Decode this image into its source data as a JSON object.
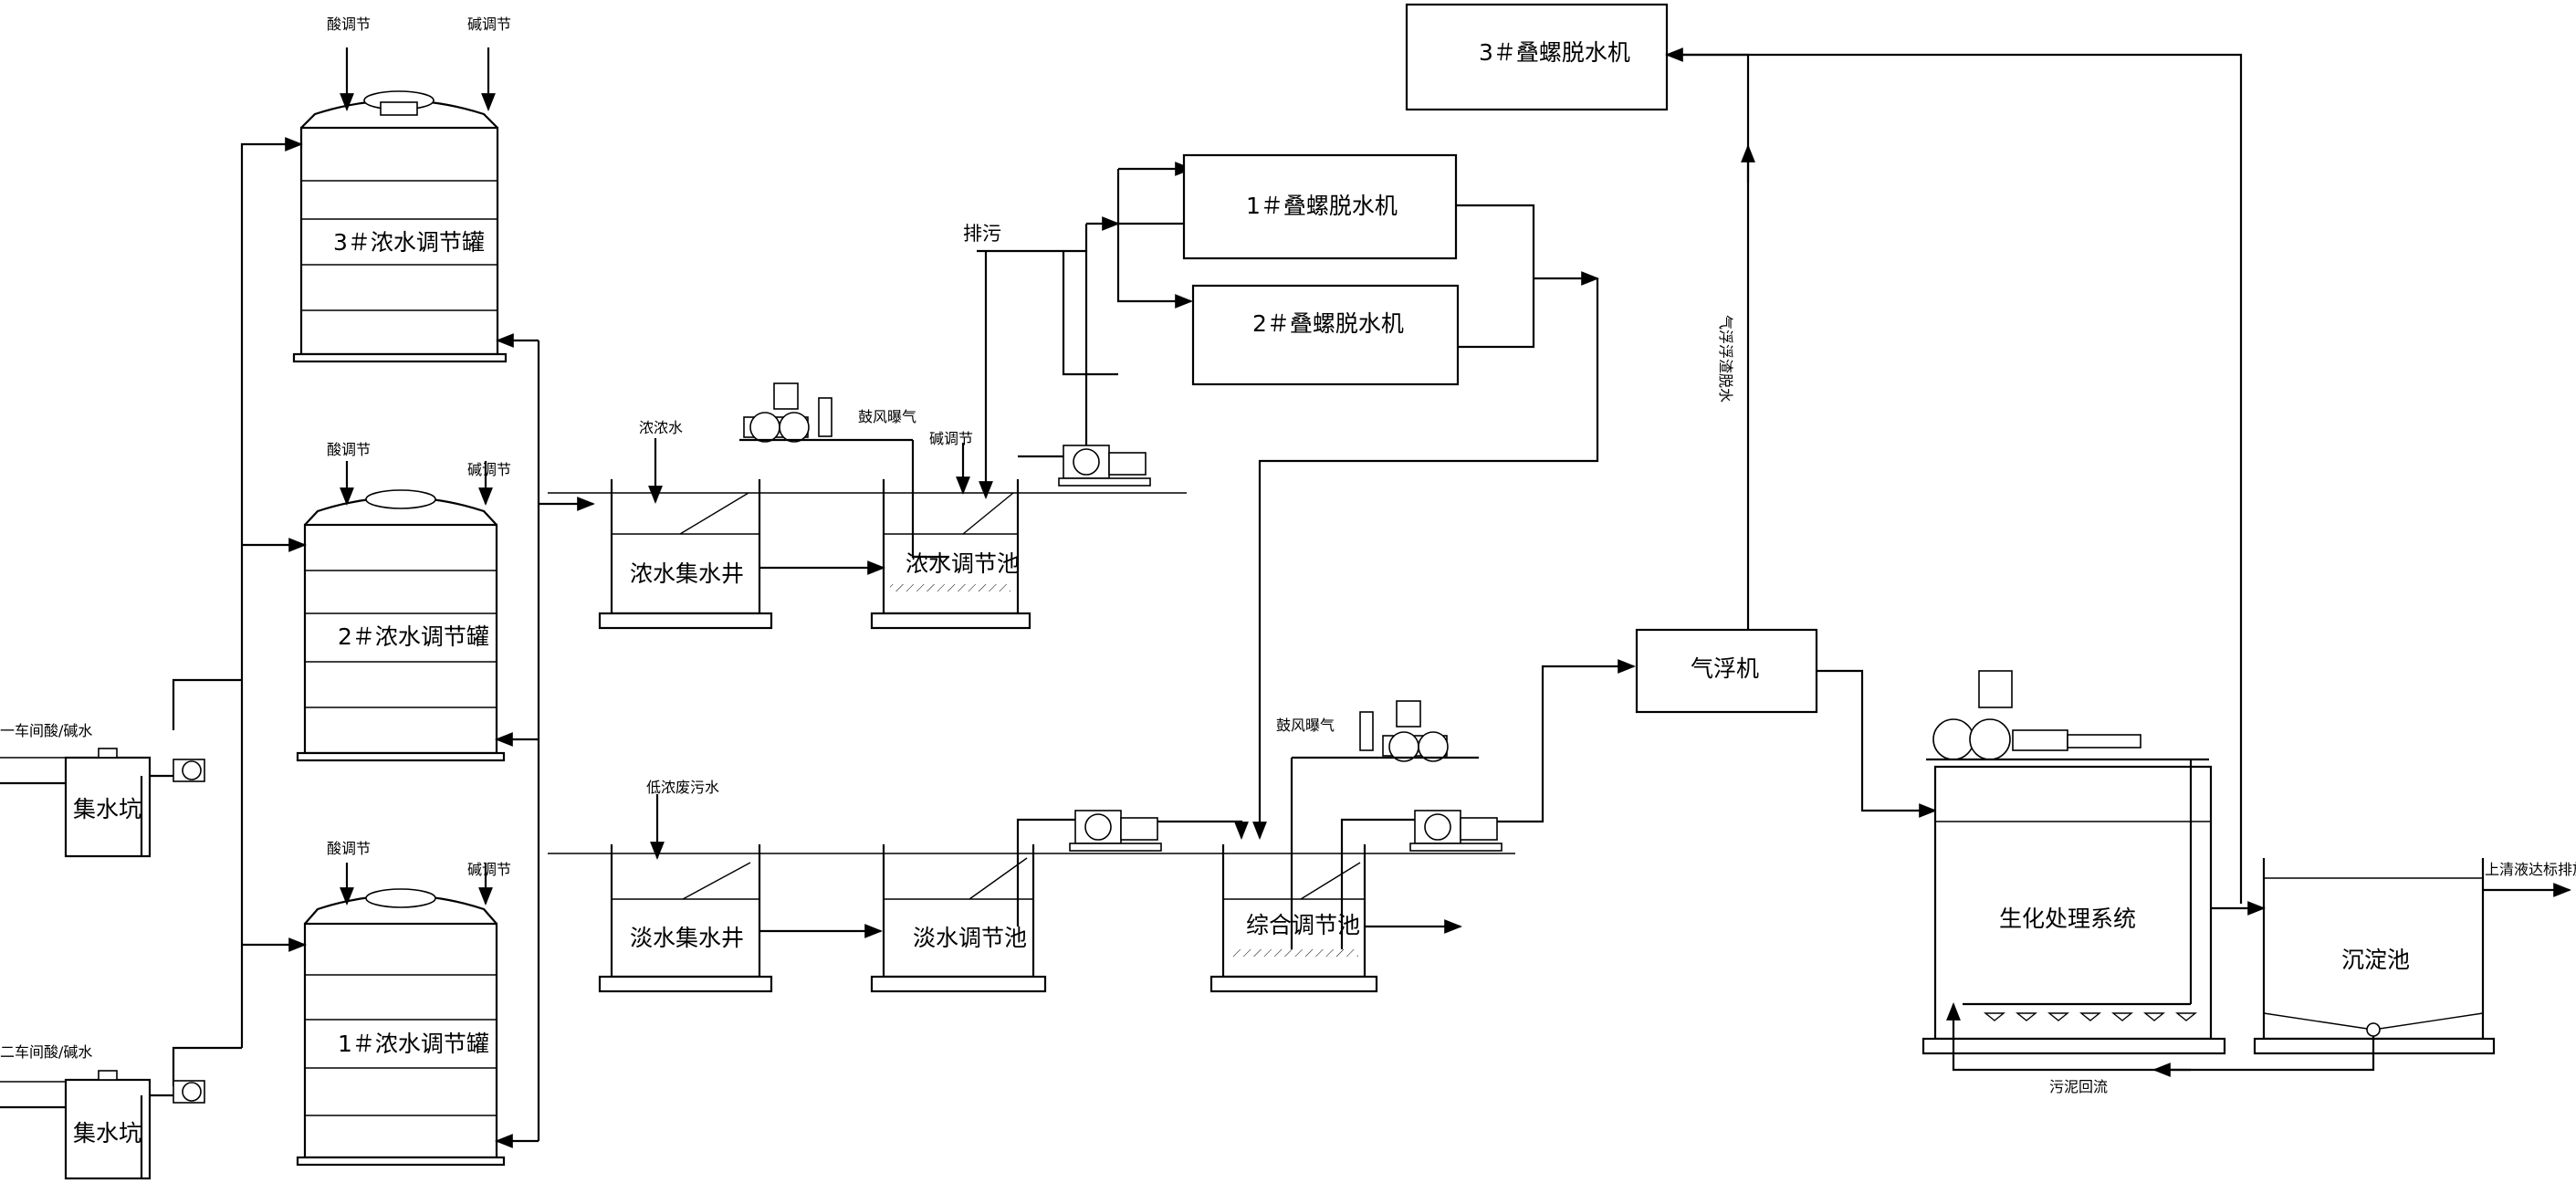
{
  "tanks": {
    "t3": {
      "label": "3＃浓水调节罐",
      "acid": "酸调节",
      "alkali": "碱调节"
    },
    "t2": {
      "label": "2＃浓水调节罐",
      "acid": "酸调节",
      "alkali": "碱调节"
    },
    "t1": {
      "label": "1＃浓水调节罐",
      "acid": "酸调节",
      "alkali": "碱调节"
    }
  },
  "pits": {
    "p1": {
      "label": "集水坑",
      "inlet": "一车间酸/碱水"
    },
    "p2": {
      "label": "集水坑",
      "inlet": "二车间酸/碱水"
    }
  },
  "upper_line": {
    "well": "浓水集水井",
    "well_inlet": "浓浓水",
    "adjust": "浓水调节池",
    "adjust_dose": "碱调节",
    "blower": "鼓风曝气",
    "discharge": "排污"
  },
  "dewater": {
    "m1": "1＃叠螺脱水机",
    "m2": "2＃叠螺脱水机",
    "m3": "3＃叠螺脱水机",
    "float_sludge": "气浮浮渣脱水"
  },
  "lower_line": {
    "well": "淡水集水井",
    "well_inlet": "低浓废污水",
    "adjust": "淡水调节池",
    "combined": "综合调节池",
    "blower": "鼓风曝气"
  },
  "treatment": {
    "flotation": "气浮机",
    "bio": "生化处理系统",
    "settle": "沉淀池",
    "sludge_return": "污泥回流",
    "outlet": "上清液达标排放"
  }
}
